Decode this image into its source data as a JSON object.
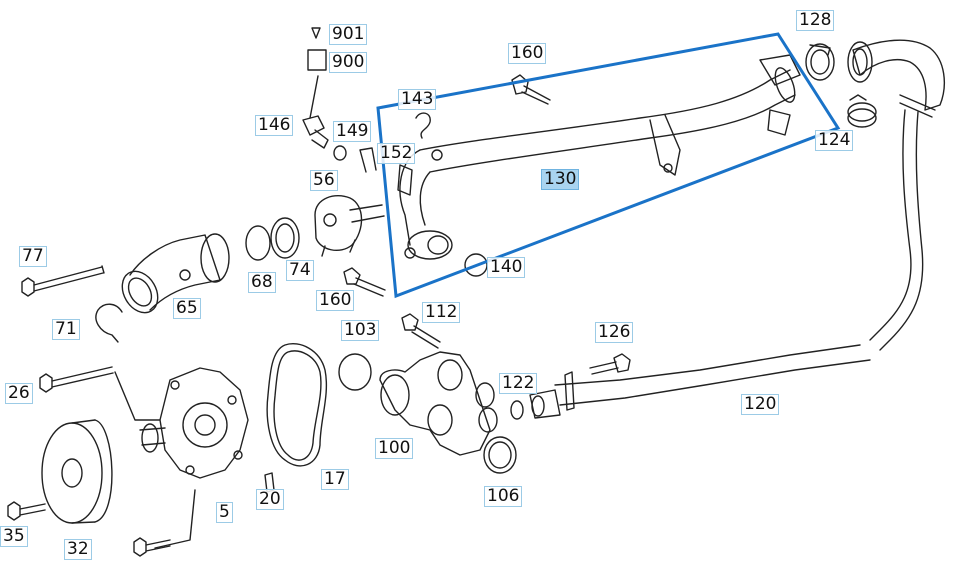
{
  "diagram": {
    "highlight_color": "#1a73c8",
    "label_border_color": "#9ccbe6",
    "active_label_fill": "#a9d4f0",
    "selected_part": "130",
    "callouts": {
      "c901": "901",
      "c900": "900",
      "c128": "128",
      "c160a": "160",
      "c143": "143",
      "c146": "146",
      "c149": "149",
      "c152": "152",
      "c124": "124",
      "c130": "130",
      "c56": "56",
      "c77": "77",
      "c68": "68",
      "c74": "74",
      "c140": "140",
      "c160b": "160",
      "c65": "65",
      "c71": "71",
      "c103": "103",
      "c112": "112",
      "c126": "126",
      "c26": "26",
      "c122": "122",
      "c120": "120",
      "c100": "100",
      "c17": "17",
      "c20": "20",
      "c106": "106",
      "c5": "5",
      "c35": "35",
      "c32": "32"
    }
  }
}
